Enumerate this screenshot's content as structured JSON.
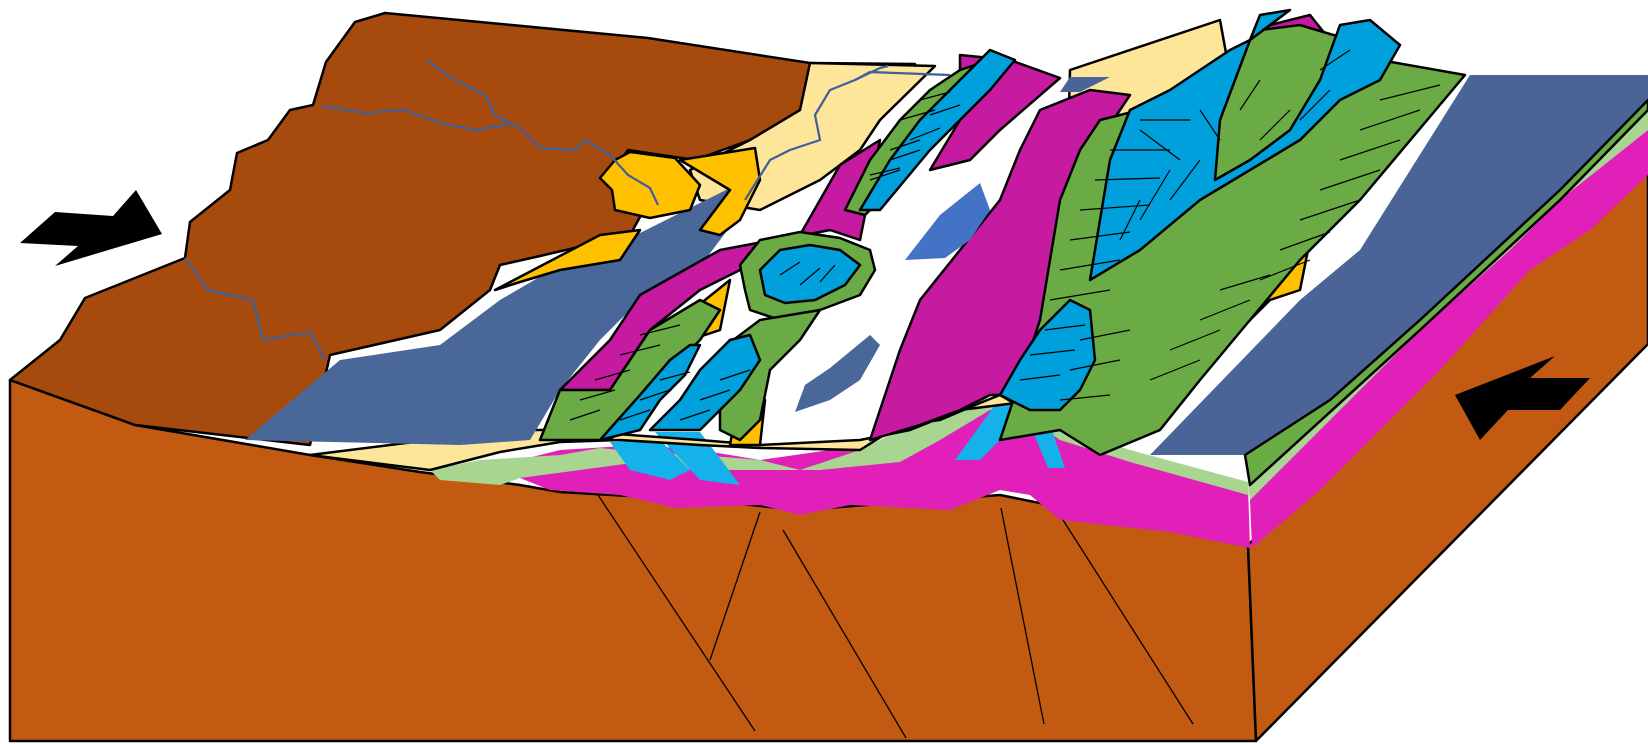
{
  "diagram": {
    "kind": "geologic-block-diagram",
    "labels": [],
    "colors": {
      "block_front": "#c25a12",
      "block_side": "#c25a12",
      "basement_top": "#a64b0d",
      "sea": "#4a6799",
      "sea_right": "#4b6497",
      "pale_sand": "#fde59a",
      "gold": "#ffc000",
      "green": "#6aab45",
      "pale_green": "#a8d590",
      "magenta": "#c61aa0",
      "magenta_front": "#e020b8",
      "cyan": "#00a0dc",
      "cyan_bright": "#14b1ea",
      "lake_blue": "#4472c4",
      "river": "#3f5f9a"
    },
    "arrows": [
      {
        "name": "left-compression-arrow",
        "direction": "right"
      },
      {
        "name": "right-compression-arrow",
        "direction": "left"
      }
    ]
  }
}
